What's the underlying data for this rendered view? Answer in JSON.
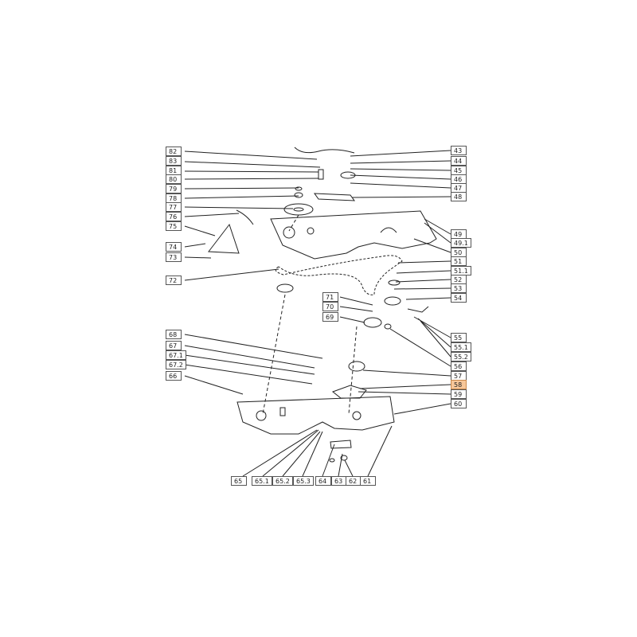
{
  "diagram": {
    "labels": [
      "82",
      "83",
      "81",
      "80",
      "79",
      "78",
      "77",
      "76",
      "75",
      "74",
      "73",
      "72",
      "43",
      "44",
      "45",
      "46",
      "47",
      "48",
      "49",
      "49.1",
      "50",
      "51",
      "51.1",
      "52",
      "53",
      "54",
      "71",
      "70",
      "69",
      "68",
      "67",
      "67.1",
      "67.2",
      "66",
      "55",
      "55.1",
      "55.2",
      "56",
      "57",
      "58",
      "59",
      "60",
      "65",
      "65.1",
      "65.2",
      "65.3",
      "64",
      "63",
      "62",
      "61"
    ],
    "highlighted": "58",
    "highlight_color": "#f7c79a",
    "line_color": "#222222"
  }
}
